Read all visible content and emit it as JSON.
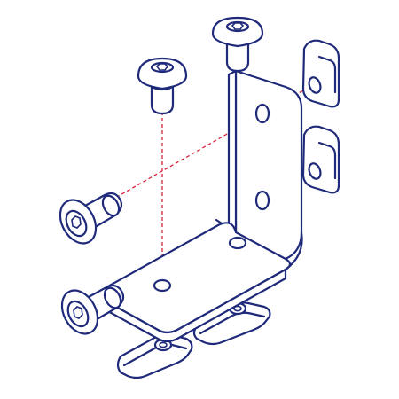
{
  "colors": {
    "line": "#1f2a7a",
    "guide": "#d8233a",
    "paper": "#ffffff"
  },
  "parts": {
    "bracket": "angle-bracket",
    "screws": [
      "button-head-socket-screw",
      "button-head-socket-screw",
      "button-head-socket-screw",
      "button-head-socket-screw"
    ],
    "nuts": [
      "t-slot-nut",
      "t-slot-nut",
      "t-slot-nut",
      "t-slot-nut"
    ]
  },
  "guides": {
    "count": 4,
    "style": "dashed"
  }
}
